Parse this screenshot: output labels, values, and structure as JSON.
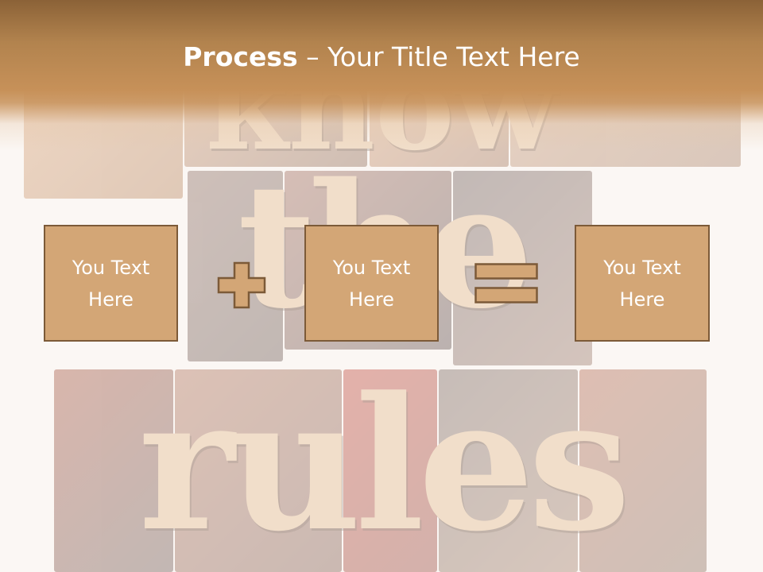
{
  "slide": {
    "title_bold": "Process",
    "title_rest": " – Your Title Text Here",
    "background_words": [
      "know",
      "the",
      "rules"
    ],
    "boxes": [
      {
        "text": "You Text Here"
      },
      {
        "text": "You Text Here"
      },
      {
        "text": "You Text Here"
      }
    ],
    "operators": [
      "plus-icon",
      "equals-icon"
    ]
  },
  "colors": {
    "header_top": "#8b6237",
    "header_bottom": "#c79159",
    "box_fill": "#d3a676",
    "box_border": "#7c5a38",
    "text": "#ffffff"
  }
}
